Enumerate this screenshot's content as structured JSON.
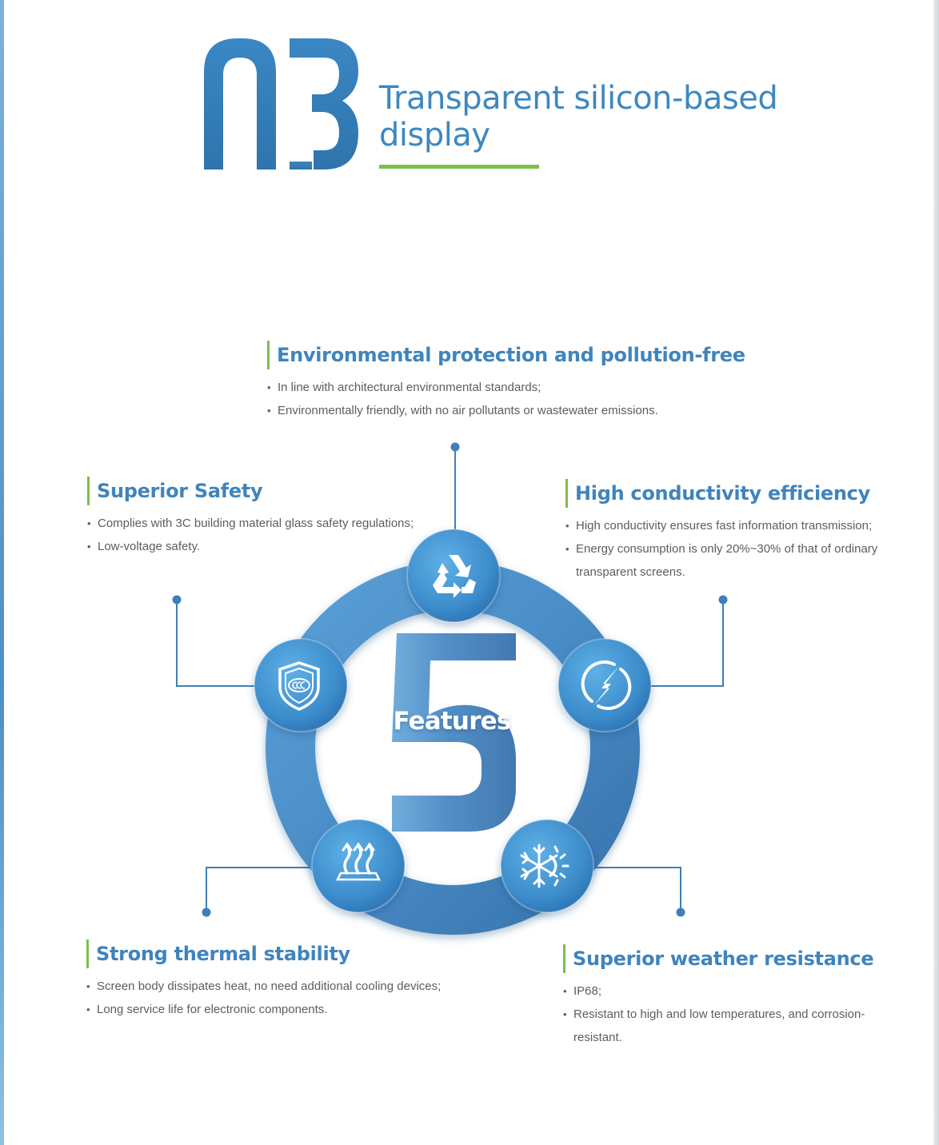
{
  "header": {
    "section_number": "03",
    "title": "Transparent silicon-based display"
  },
  "center": {
    "number": "5",
    "label": "Features"
  },
  "features": [
    {
      "title": "Environmental protection and pollution-free",
      "bullets": [
        "In line with architectural environmental standards;",
        "Environmentally friendly, with no air pollutants or wastewater emissions."
      ],
      "icon": "recycle-icon"
    },
    {
      "title": "Superior Safety",
      "bullets": [
        "Complies with 3C building material glass safety regulations;",
        "Low-voltage safety."
      ],
      "icon": "shield-ccc-icon"
    },
    {
      "title": "High conductivity efficiency",
      "bullets": [
        "High conductivity ensures fast information transmission;",
        "Energy consumption is only 20%~30% of that of ordinary transparent screens."
      ],
      "icon": "lightning-icon"
    },
    {
      "title": "Strong thermal stability",
      "bullets": [
        "Screen body dissipates heat, no need additional cooling devices;",
        "Long service life for electronic components."
      ],
      "icon": "heat-dissipation-icon"
    },
    {
      "title": "Superior weather resistance",
      "bullets": [
        "IP68;",
        "Resistant to high and low temperatures, and corrosion-resistant."
      ],
      "icon": "snowflake-sun-icon"
    }
  ],
  "colors": {
    "primary_blue": "#3f84bd",
    "accent_green": "#7bbf4a",
    "body_text": "#5a5e62"
  }
}
